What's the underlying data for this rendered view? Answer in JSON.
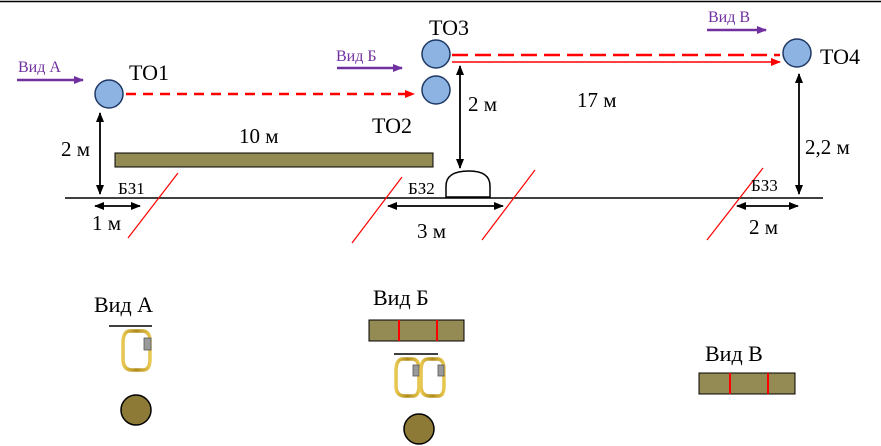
{
  "nodes": {
    "to1": "ТО1",
    "to2": "ТО2",
    "to3": "ТО3",
    "to4": "ТО4"
  },
  "anchors": {
    "bz1": "БЗ1",
    "bz2": "БЗ2",
    "bz3": "БЗ3"
  },
  "dimensions": {
    "d_10m": "10 м",
    "d_17m": "17 м",
    "d_2m_left": "2 м",
    "d_2m_mid": "2 м",
    "d_22m": "2,2 м",
    "d_1m": "1 м",
    "d_3m": "3 м",
    "d_2m_right": "2 м"
  },
  "view_arrows": {
    "a": "Вид А",
    "b": "Вид Б",
    "v": "Вид В"
  },
  "view_titles": {
    "a": "Вид А",
    "b": "Вид Б",
    "v": "Вид В"
  },
  "colors": {
    "node_fill": "#8db3e2",
    "node_stroke": "#1f3864",
    "beam_fill": "#948a54",
    "rope_red": "#ff0000",
    "view_purple": "#7030a0",
    "ball_fill": "#8c7a36",
    "carabiner": "#c9a227"
  }
}
